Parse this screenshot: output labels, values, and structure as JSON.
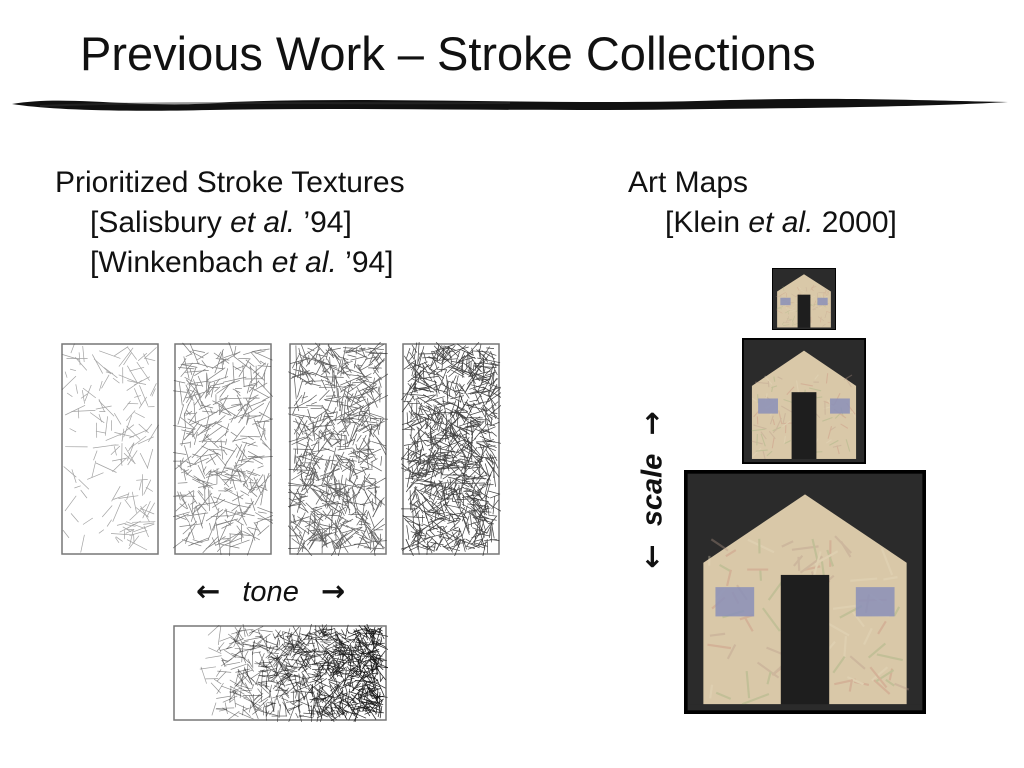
{
  "slide": {
    "title": "Previous Work – Stroke Collections",
    "left": {
      "heading": "Prioritized Stroke Textures",
      "refs": [
        {
          "pre": "[Salisbury ",
          "etal": "et al.",
          "post": " ’94]"
        },
        {
          "pre": "[Winkenbach ",
          "etal": "et al.",
          "post": " ’94]"
        }
      ],
      "tone_label": "tone",
      "swatch_count": 4,
      "tone_levels": [
        0.12,
        0.4,
        0.68,
        0.92
      ]
    },
    "right": {
      "heading": "Art Maps",
      "ref": {
        "pre": "[Klein ",
        "etal": "et al.",
        "post": " 2000]"
      },
      "scale_label": "scale",
      "mip_levels": 3
    },
    "icons": {
      "left_arrow": "left-arrow-icon",
      "right_arrow": "right-arrow-icon",
      "up_arrow": "up-arrow-icon",
      "down_arrow": "down-arrow-icon"
    },
    "colors": {
      "text": "#111111",
      "house_wall": "#d9c8a8",
      "house_dark": "#2b2b2b",
      "window": "#8a8fb8"
    }
  }
}
